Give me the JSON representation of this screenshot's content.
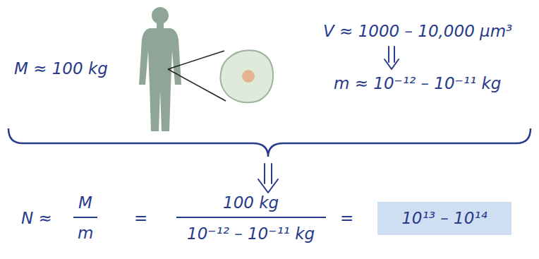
{
  "diagram": {
    "nodes": [
      {
        "text": [
          "10¹³ – 10¹⁴"
        ]
      }
    ],
    "labels": [
      "M ≈ 100 kg",
      "V ≈ 1000 – 10,000 μm³",
      "m ≈ 10⁻¹² – 10⁻¹¹ kg",
      "N ≈",
      "M",
      "m",
      "=",
      "100 kg",
      "10⁻¹² – 10⁻¹¹ kg",
      "="
    ]
  }
}
